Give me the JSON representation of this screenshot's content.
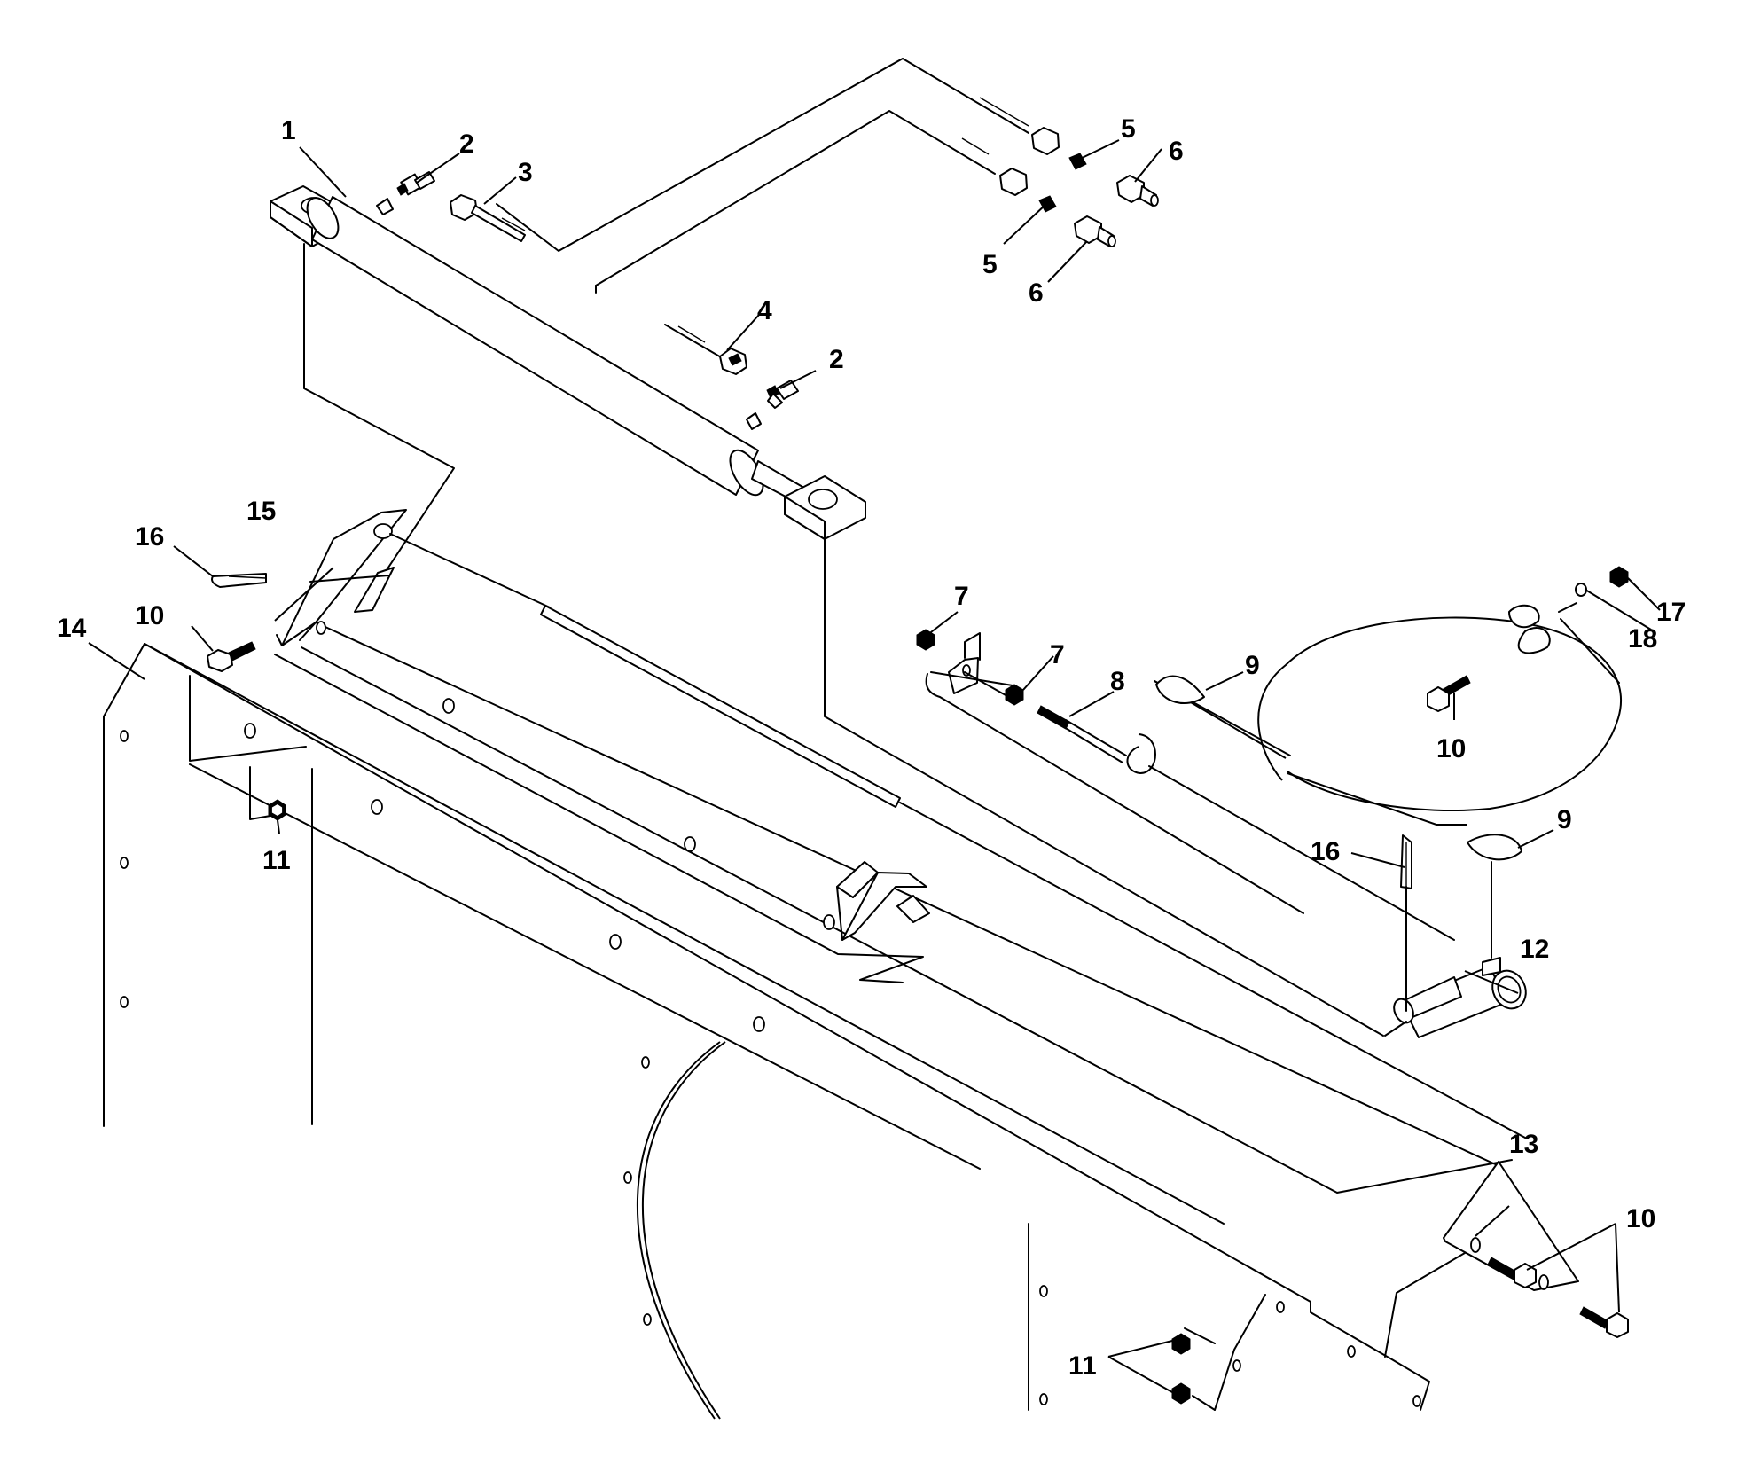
{
  "diagram": {
    "callouts": {
      "c1": "1",
      "c2a": "2",
      "c2b": "2",
      "c3": "3",
      "c4": "4",
      "c5a": "5",
      "c5b": "5",
      "c6a": "6",
      "c6b": "6",
      "c7a": "7",
      "c7b": "7",
      "c8": "8",
      "c9a": "9",
      "c9b": "9",
      "c10a": "10",
      "c10b": "10",
      "c10c": "10",
      "c11a": "11",
      "c11b": "11",
      "c12": "12",
      "c13": "13",
      "c14": "14",
      "c15": "15",
      "c16a": "16",
      "c16b": "16",
      "c17": "17",
      "c18": "18"
    }
  }
}
